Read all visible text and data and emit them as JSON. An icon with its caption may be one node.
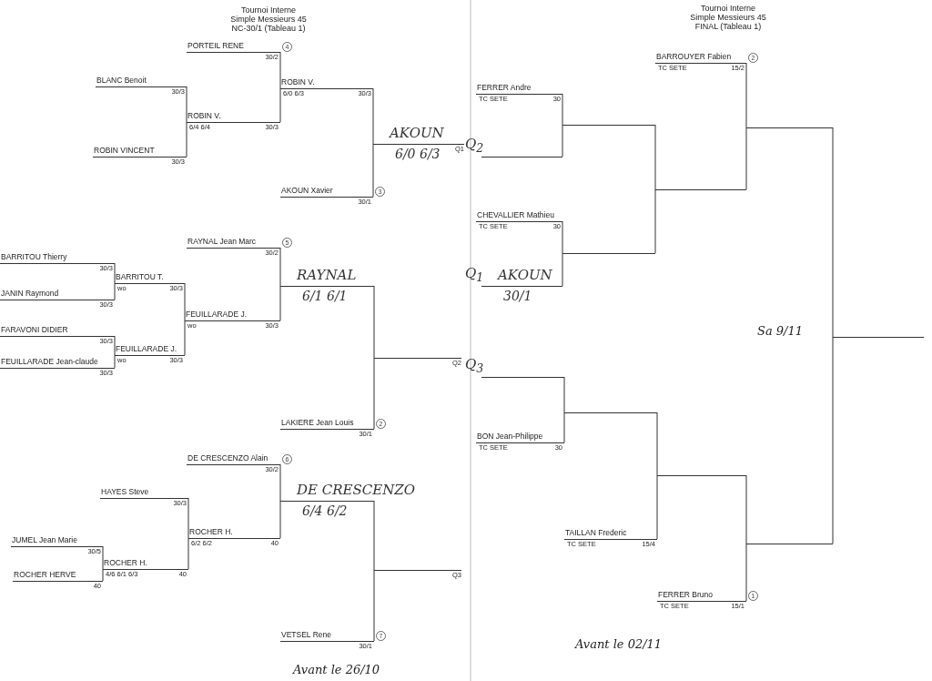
{
  "diagram": {
    "nodes": [
      {
        "text": [
          "PORTEIL RENE",
          "30/2"
        ],
        "beside": [
          "4"
        ]
      },
      {
        "text": [
          "BLANC Benoit",
          "30/3"
        ]
      },
      {
        "text": [
          "ROBIN VINCENT",
          "30/3"
        ]
      },
      {
        "text": [
          "ROBIN V.",
          "6/4 6/4",
          "30/3"
        ]
      },
      {
        "text": [
          "ROBIN V.",
          "6/0 6/3",
          "30/3"
        ]
      },
      {
        "text": [
          "AKOUN Xavier",
          "30/1"
        ],
        "beside": [
          "3"
        ]
      },
      {
        "text": [
          "AKOUN",
          "6/0 6/3",
          "Q1"
        ]
      },
      {
        "text": [
          "RAYNAL Jean Marc",
          "30/2"
        ],
        "beside": [
          "5"
        ]
      },
      {
        "text": [
          "BARRITOU Thierry",
          "30/3"
        ]
      },
      {
        "text": [
          "JANIN Raymond",
          "30/3"
        ]
      },
      {
        "text": [
          "FARAVONI DIDIER",
          "30/3"
        ]
      },
      {
        "text": [
          "FEUILLARADE Jean-claude",
          "30/3"
        ]
      },
      {
        "text": [
          "BARRITOU T.",
          "wo",
          "30/3"
        ]
      },
      {
        "text": [
          "FEUILLARADE J.",
          "wo",
          "30/3"
        ]
      },
      {
        "text": [
          "FEUILLARADE J.",
          "wo",
          "30/3"
        ]
      },
      {
        "text": [
          "RAYNAL",
          "6/1 6/1"
        ]
      },
      {
        "text": [
          "LAKIERE Jean Louis",
          "30/1"
        ],
        "beside": [
          "2"
        ]
      },
      {
        "text": [
          "Q2"
        ]
      },
      {
        "text": [
          "DE CRESCENZO Alain",
          "30/2"
        ],
        "beside": [
          "6"
        ]
      },
      {
        "text": [
          "HAYES Steve",
          "30/3"
        ]
      },
      {
        "text": [
          "JUMEL Jean Marie",
          "30/5"
        ]
      },
      {
        "text": [
          "ROCHER HERVE",
          "40"
        ]
      },
      {
        "text": [
          "ROCHER H.",
          "4/6 6/1 6/3",
          "40"
        ]
      },
      {
        "text": [
          "ROCHER H.",
          "6/2 6/2",
          "40"
        ]
      },
      {
        "text": [
          "DE CRESCENZO",
          "6/4 6/2"
        ]
      },
      {
        "text": [
          "VETSEL Rene",
          "30/1"
        ],
        "beside": [
          "7"
        ]
      },
      {
        "text": [
          "Q3"
        ]
      },
      {
        "text": [
          "FERRER Andre",
          "TC SETE",
          "30"
        ]
      },
      {
        "text": [
          "Q$_{2}$"
        ]
      },
      {
        "text": [
          "CHEVALLIER Mathieu",
          "TC SETE",
          "30"
        ]
      },
      {
        "text": [
          "Q$_{1}$",
          "AKOUN",
          "30/1"
        ]
      },
      {
        "text": [],
        "shape": "bar"
      },
      {
        "text": [],
        "shape": "bar"
      },
      {
        "text": [],
        "shape": "bar"
      },
      {
        "text": [
          "BARROUYER Fabien",
          "TC SETE",
          "15/2"
        ],
        "beside": [
          "2"
        ]
      },
      {
        "text": [],
        "shape": "bar"
      },
      {
        "text": [
          "Q$_{3}$"
        ]
      },
      {
        "text": [
          "BON Jean-Philippe",
          "TC SETE",
          "30"
        ]
      },
      {
        "text": [],
        "shape": "bar"
      },
      {
        "text": [
          "TAILLAN Frederic",
          "TC SETE",
          "15/4"
        ]
      },
      {
        "text": [],
        "shape": "bar"
      },
      {
        "text": [
          "FERRER Bruno",
          "TC SETE",
          "15/1"
        ],
        "beside": [
          "1"
        ]
      },
      {
        "text": [],
        "shape": "bar"
      },
      {
        "text": [],
        "shape": "bar"
      }
    ],
    "edges": [
      {
        "from": 1,
        "to": 3,
        "arrow": "none"
      },
      {
        "from": 2,
        "to": 3,
        "arrow": "none"
      },
      {
        "from": 0,
        "to": 4,
        "arrow": "none"
      },
      {
        "from": 3,
        "to": 4,
        "arrow": "none"
      },
      {
        "from": 4,
        "to": 6,
        "arrow": "none"
      },
      {
        "from": 5,
        "to": 6,
        "arrow": "none"
      },
      {
        "from": 8,
        "to": 12,
        "arrow": "none"
      },
      {
        "from": 9,
        "to": 12,
        "arrow": "none"
      },
      {
        "from": 10,
        "to": 13,
        "arrow": "none"
      },
      {
        "from": 11,
        "to": 13,
        "arrow": "none"
      },
      {
        "from": 12,
        "to": 14,
        "arrow": "none"
      },
      {
        "from": 13,
        "to": 14,
        "arrow": "none"
      },
      {
        "from": 7,
        "to": 15,
        "arrow": "none"
      },
      {
        "from": 14,
        "to": 15,
        "arrow": "none"
      },
      {
        "from": 15,
        "to": 17,
        "arrow": "none"
      },
      {
        "from": 16,
        "to": 17,
        "arrow": "none"
      },
      {
        "from": 20,
        "to": 22,
        "arrow": "none"
      },
      {
        "from": 21,
        "to": 22,
        "arrow": "none"
      },
      {
        "from": 19,
        "to": 23,
        "arrow": "none"
      },
      {
        "from": 22,
        "to": 23,
        "arrow": "none"
      },
      {
        "from": 18,
        "to": 24,
        "arrow": "none"
      },
      {
        "from": 23,
        "to": 24,
        "arrow": "none"
      },
      {
        "from": 24,
        "to": 26,
        "arrow": "none"
      },
      {
        "from": 25,
        "to": 26,
        "arrow": "none"
      },
      {
        "from": 27,
        "to": 31,
        "arrow": "none"
      },
      {
        "from": 28,
        "to": 31,
        "arrow": "none"
      },
      {
        "from": 29,
        "to": 32,
        "arrow": "none"
      },
      {
        "from": 30,
        "to": 32,
        "arrow": "none"
      },
      {
        "from": 31,
        "to": 33,
        "arrow": "none"
      },
      {
        "from": 32,
        "to": 33,
        "arrow": "none"
      },
      {
        "from": 34,
        "to": 35,
        "arrow": "none"
      },
      {
        "from": 33,
        "to": 35,
        "arrow": "none"
      },
      {
        "from": 36,
        "to": 38,
        "arrow": "none"
      },
      {
        "from": 37,
        "to": 38,
        "arrow": "none"
      },
      {
        "from": 38,
        "to": 40,
        "arrow": "none"
      },
      {
        "from": 39,
        "to": 40,
        "arrow": "none"
      },
      {
        "from": 40,
        "to": 42,
        "arrow": "none"
      },
      {
        "from": 41,
        "to": 42,
        "arrow": "none"
      },
      {
        "from": 35,
        "to": 43,
        "arrow": "none"
      },
      {
        "from": 42,
        "to": 43,
        "arrow": "none"
      }
    ],
    "labels": [
      "Tournoi Interne",
      "Simple Messieurs 45",
      "NC-30/1 (Tableau 1)",
      "Tournoi Interne",
      "Simple Messieurs 45",
      "FINAL (Tableau 1)",
      "Sa 9/11",
      "Avant le 26/10",
      "Avant le 02/11"
    ]
  }
}
